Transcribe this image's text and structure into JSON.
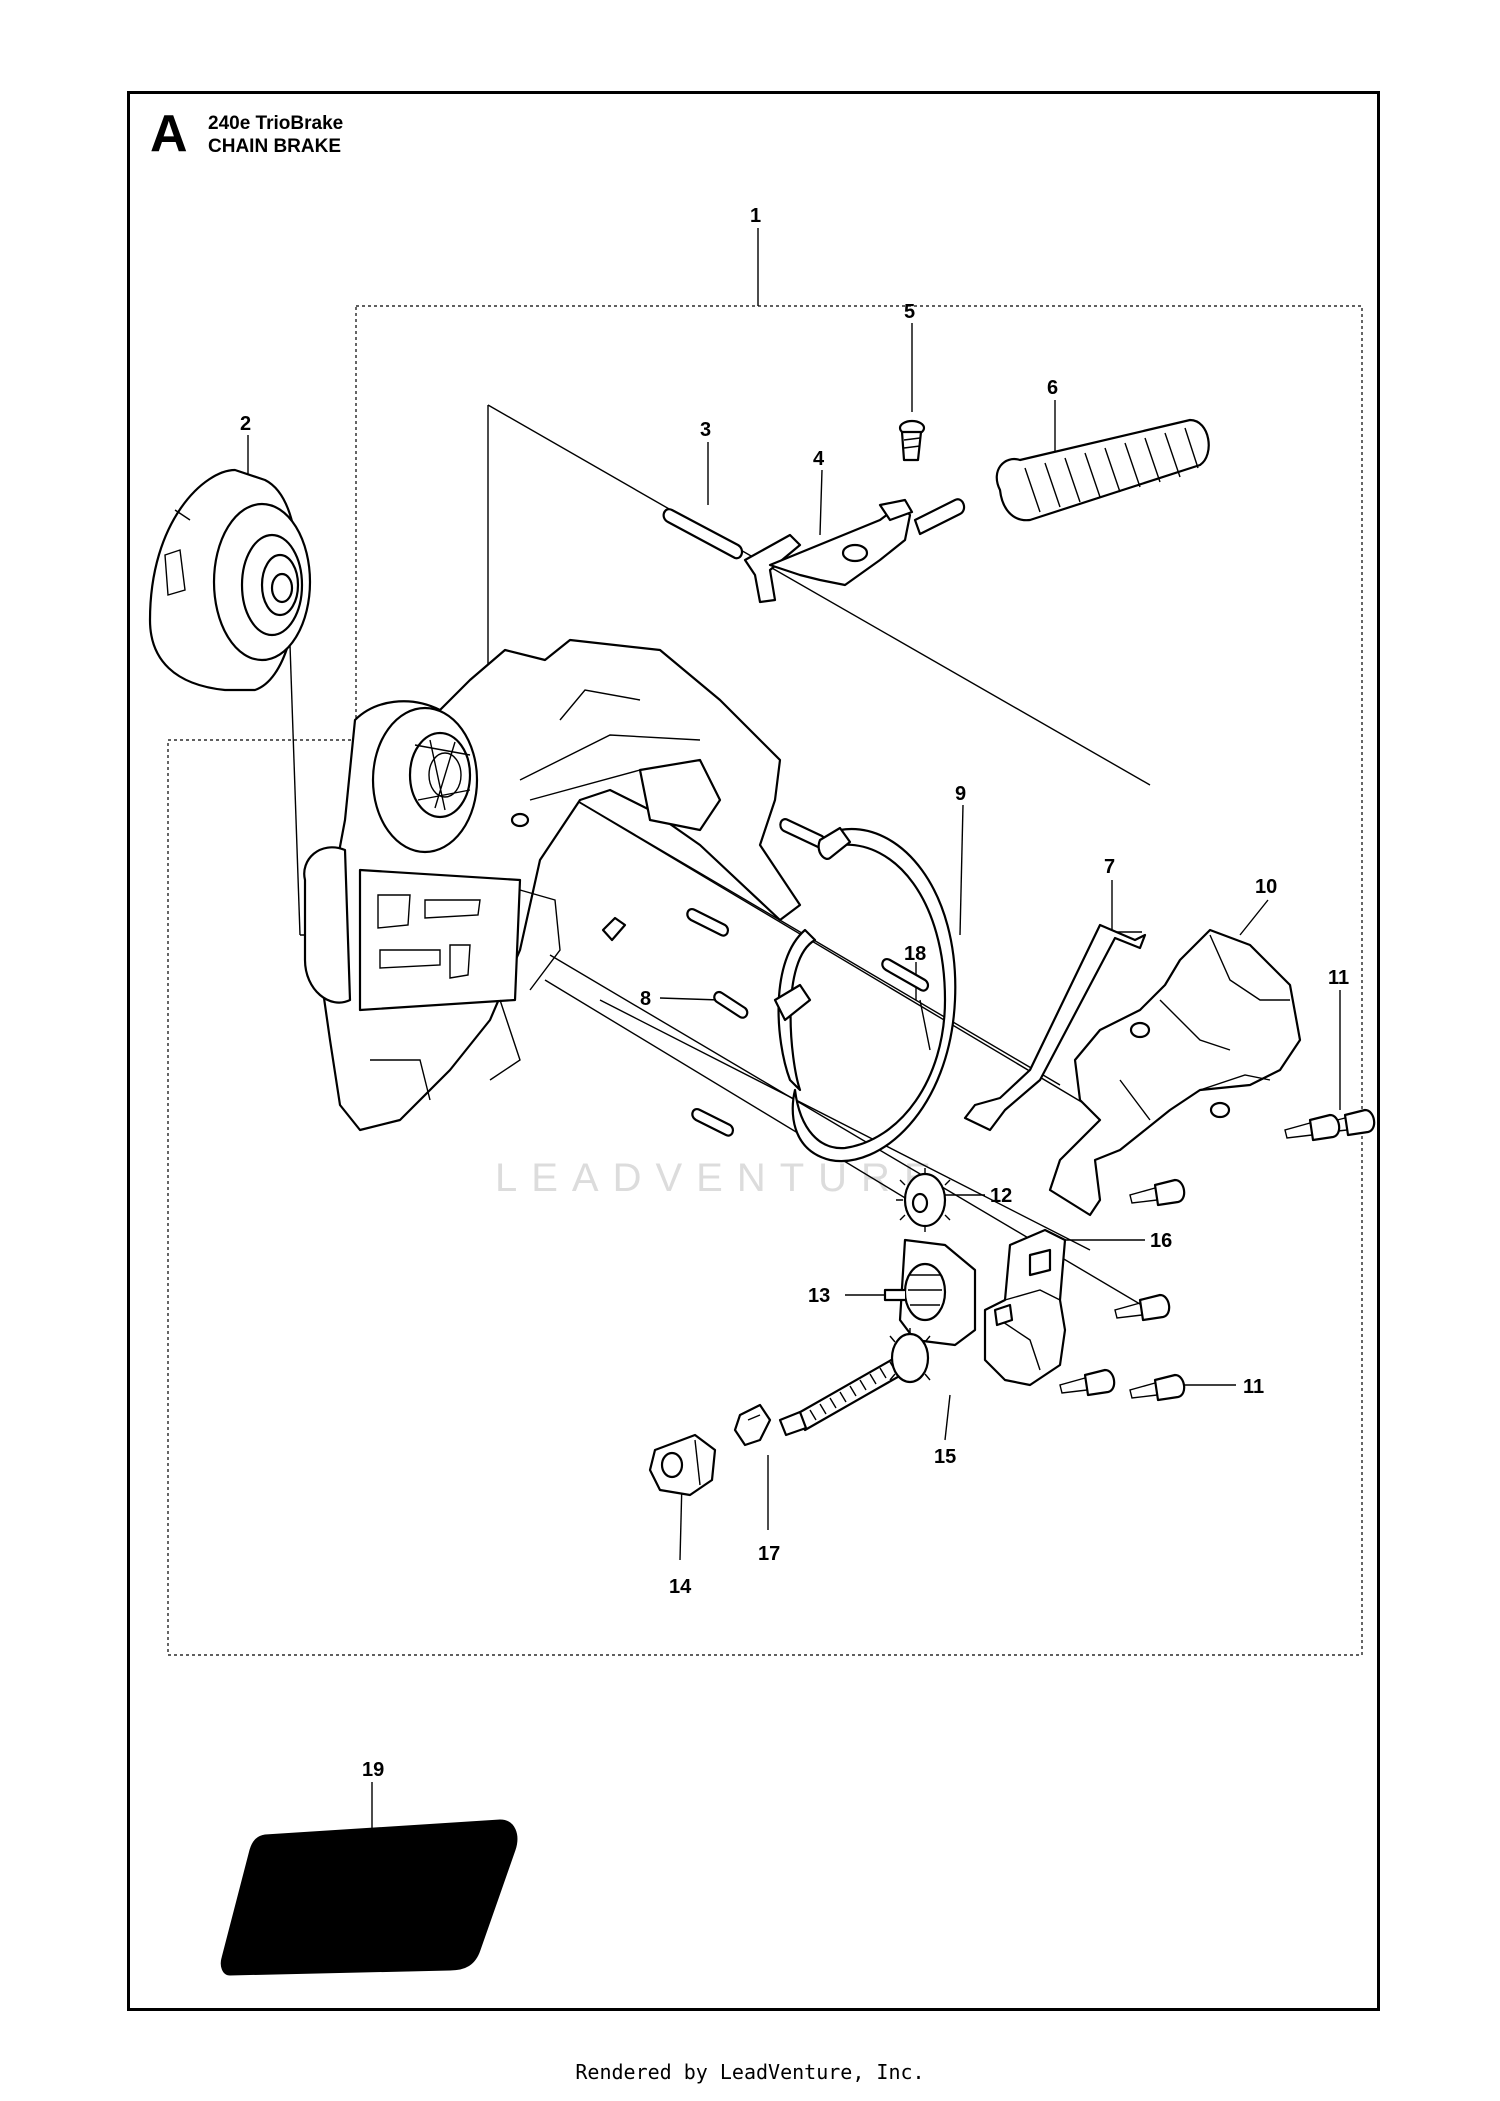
{
  "header": {
    "section_letter": "A",
    "model": "240e TrioBrake",
    "assembly": "CHAIN BRAKE"
  },
  "watermark": "LEADVENTURE",
  "footer": "Rendered by LeadVenture, Inc.",
  "callouts": [
    "1",
    "2",
    "3",
    "4",
    "5",
    "6",
    "7",
    "8",
    "9",
    "10",
    "11",
    "12",
    "13",
    "14",
    "15",
    "16",
    "17",
    "18",
    "19",
    "11"
  ]
}
